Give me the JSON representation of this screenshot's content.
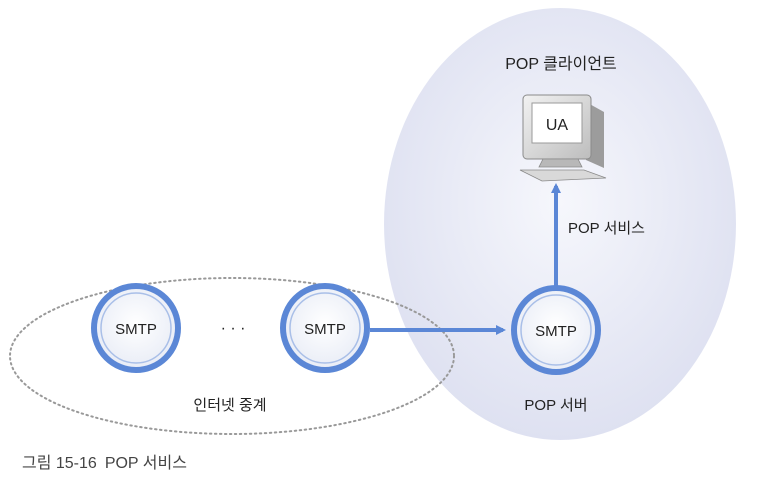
{
  "diagram": {
    "client_title": "POP 클라이언트",
    "ua_label": "UA",
    "service_label": "POP 서비스",
    "relay_left_label": "SMTP",
    "relay_right_label": "SMTP",
    "ellipsis": "· · ·",
    "relay_group_label": "인터넷 중계",
    "server_node_label": "SMTP",
    "server_label": "POP 서버",
    "colors": {
      "node_ring": "#5b87d6",
      "arrow": "#5b87d6",
      "server_region": "#e4e7f4",
      "relay_border": "#999999"
    }
  },
  "caption": {
    "number": "그림 15-16",
    "text": "POP 서비스"
  }
}
